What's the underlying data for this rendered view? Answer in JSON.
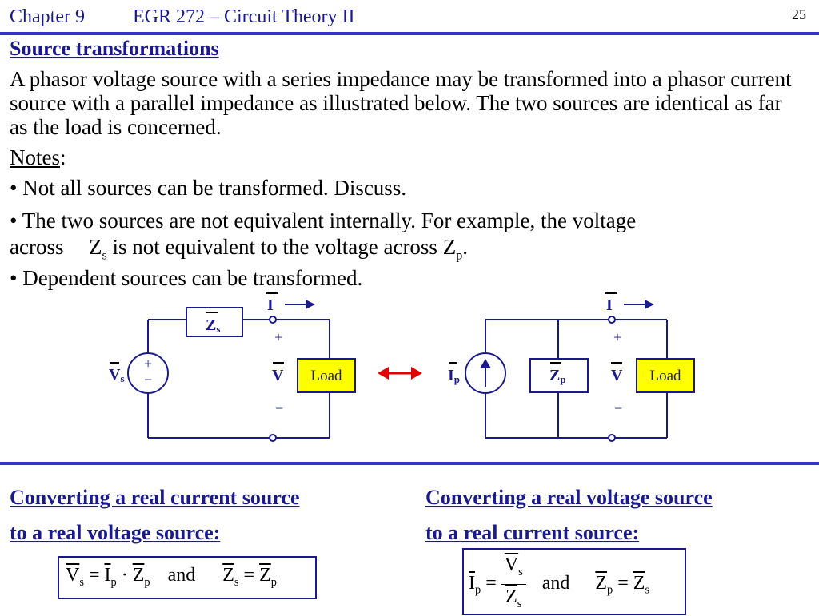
{
  "header": {
    "chapter": "Chapter 9",
    "course": "EGR 272 – Circuit Theory II",
    "page": "25"
  },
  "title": "Source transformations",
  "intro": "A phasor voltage source with a series impedance may be transformed into a phasor current source with a parallel impedance as illustrated below.  The two sources are identical as far as the load is concerned.",
  "notes": {
    "heading": "Notes",
    "b1": "Not all sources can be transformed.  Discuss.",
    "b2a": "The two sources are not equivalent internally.  For example, the voltage",
    "b2b_pre": "across",
    "b2b_zs": "Z",
    "b2b_s": "s",
    "b2b_mid": "is not equivalent to the voltage across Z",
    "b2b_p": "p",
    "b2b_end": ".",
    "b3": "Dependent sources can be transformed."
  },
  "circuit_left": {
    "current": "I",
    "zs": "Z",
    "zs_sub": "s",
    "vs": "V",
    "vs_sub": "s",
    "plus": "+",
    "minus": "−",
    "v": "V",
    "load": "Load"
  },
  "circuit_right": {
    "current": "I",
    "ip": "I",
    "ip_sub": "p",
    "zp": "Z",
    "zp_sub": "p",
    "plus": "+",
    "minus": "−",
    "v": "V",
    "load": "Load"
  },
  "left_section": {
    "line1": "Converting a real current source",
    "line2": "to a real voltage source:",
    "eq": {
      "v": "V",
      "s": "s",
      "eq1": "=",
      "i": "I",
      "p": "p",
      "dot": "·",
      "z": "Z",
      "p2": "p",
      "and": "and",
      "z2": "Z",
      "s2": "s",
      "eq2": "=",
      "z3": "Z",
      "p3": "p"
    }
  },
  "right_section": {
    "line1": "Converting a real voltage source",
    "line2": "to a real current source:",
    "eq": {
      "i": "I",
      "p": "p",
      "eq1": "=",
      "num": "V",
      "num_sub": "s",
      "den": "Z",
      "den_sub": "s",
      "and": "and",
      "z": "Z",
      "p2": "p",
      "eq2": "=",
      "z2": "Z",
      "s2": "s"
    }
  },
  "colors": {
    "accent": "#3333cc",
    "heading": "#1a1a8c",
    "load_fill": "#ffff00",
    "arrow": "#e00000"
  }
}
